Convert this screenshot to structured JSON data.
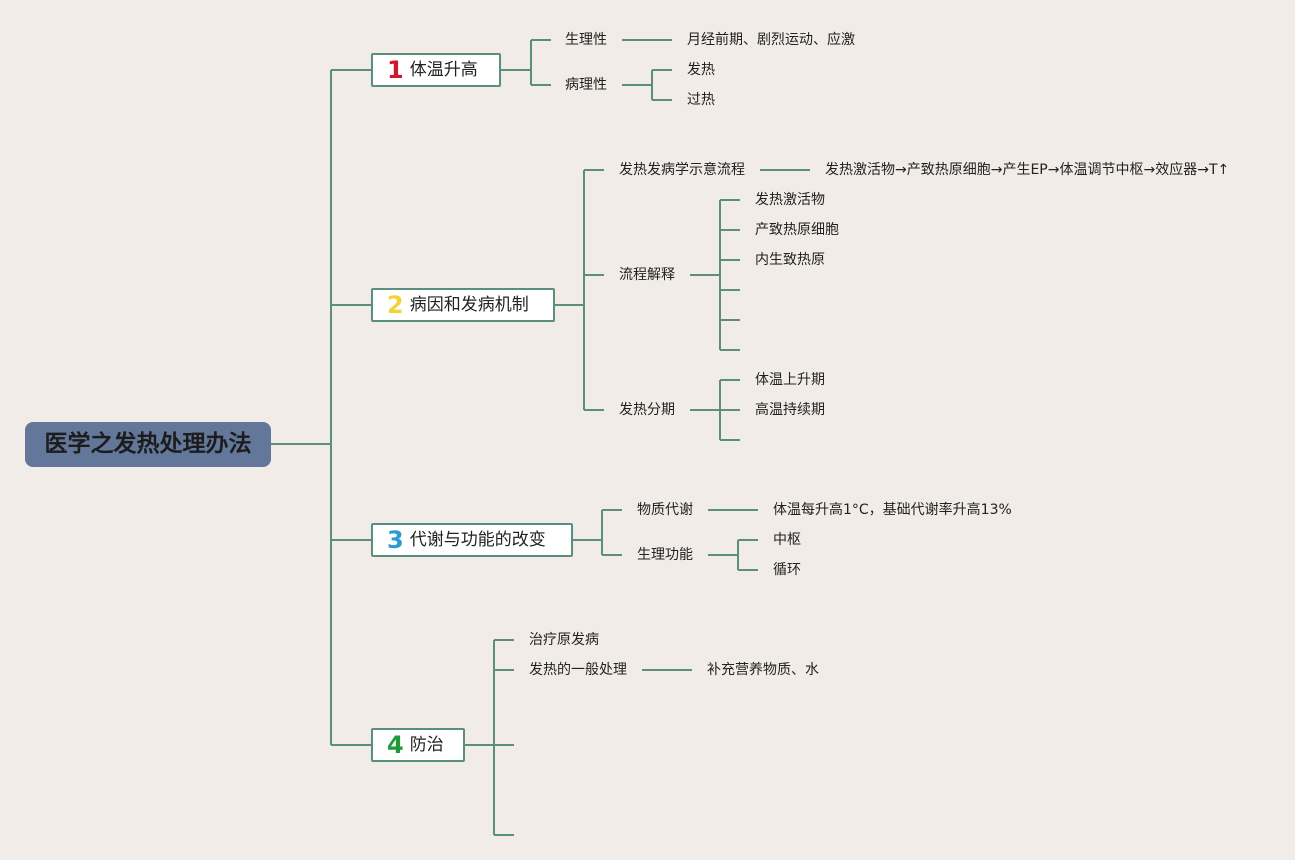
{
  "root": {
    "title": "医学之发热处理办法"
  },
  "branches": [
    {
      "num": "1",
      "num_color": "#d3172b",
      "label": "体温升高",
      "children": [
        {
          "label": "生理性",
          "detail": "月经前期、剧烈运动、应激"
        },
        {
          "label": "病理性",
          "items": [
            "发热",
            "过热"
          ]
        }
      ]
    },
    {
      "num": "2",
      "num_color": "#f2d43a",
      "label": "病因和发病机制",
      "children": [
        {
          "label": "发热发病学示意流程",
          "detail": "发热激活物→产致热原细胞→产生EP→体温调节中枢→效应器→T↑"
        },
        {
          "label": "流程解释",
          "items": [
            "发热激活物",
            "产致热原细胞",
            "内生致热原",
            "",
            "",
            ""
          ]
        },
        {
          "label": "发热分期",
          "items": [
            "体温上升期",
            "高温持续期",
            ""
          ]
        }
      ]
    },
    {
      "num": "3",
      "num_color": "#2b9bd0",
      "label": "代谢与功能的改变",
      "children": [
        {
          "label": "物质代谢",
          "detail": "体温每升高1°C，基础代谢率升高13%"
        },
        {
          "label": "生理功能",
          "items": [
            "中枢",
            "循环"
          ]
        }
      ]
    },
    {
      "num": "4",
      "num_color": "#1f9a3a",
      "label": "防治",
      "children": [
        {
          "label": "治疗原发病"
        },
        {
          "label": "发热的一般处理",
          "detail": "补充营养物质、水"
        },
        {
          "label": ""
        },
        {
          "label": ""
        }
      ]
    }
  ],
  "colors": {
    "line": "#5a8f7d",
    "root_bg": "#63779a",
    "background": "#f1ece7"
  }
}
